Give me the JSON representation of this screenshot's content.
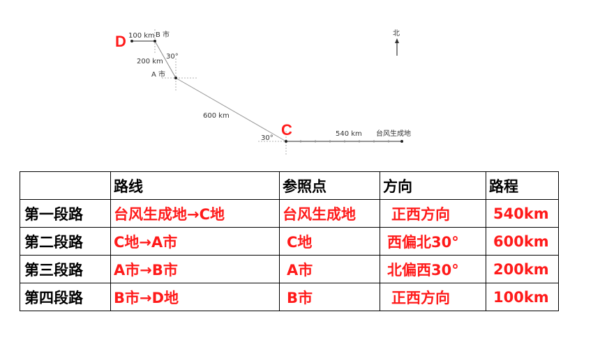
{
  "diagram": {
    "north_label": "北",
    "labels": {
      "d": "D",
      "c": "C",
      "b_city": "B 市",
      "a_city": "A 市",
      "typhoon_origin": "台风生成地"
    },
    "distances": {
      "d_b": "100 km",
      "b_a": "200 km",
      "a_c": "600 km",
      "c_origin": "540 km"
    },
    "angles": {
      "at_b": "30°",
      "at_c": "30°"
    },
    "colors": {
      "accent": "#ff1a1a",
      "line": "#555555"
    }
  },
  "table": {
    "headers": [
      "",
      "路线",
      "参照点",
      "方向",
      "路程"
    ],
    "rows": [
      {
        "segment": "第一段路",
        "route": "台风生成地→C地",
        "reference": "台风生成地",
        "direction": "正西方向",
        "distance": "540km"
      },
      {
        "segment": "第二段路",
        "route": "C地→A市",
        "reference": "C地",
        "direction": "西偏北30°",
        "distance": "600km"
      },
      {
        "segment": "第三段路",
        "route": "A市→B市",
        "reference": "A市",
        "direction": "北偏西30°",
        "distance": "200km"
      },
      {
        "segment": "第四段路",
        "route": "B市→D地",
        "reference": "B市",
        "direction": "正西方向",
        "distance": "100km"
      }
    ]
  }
}
